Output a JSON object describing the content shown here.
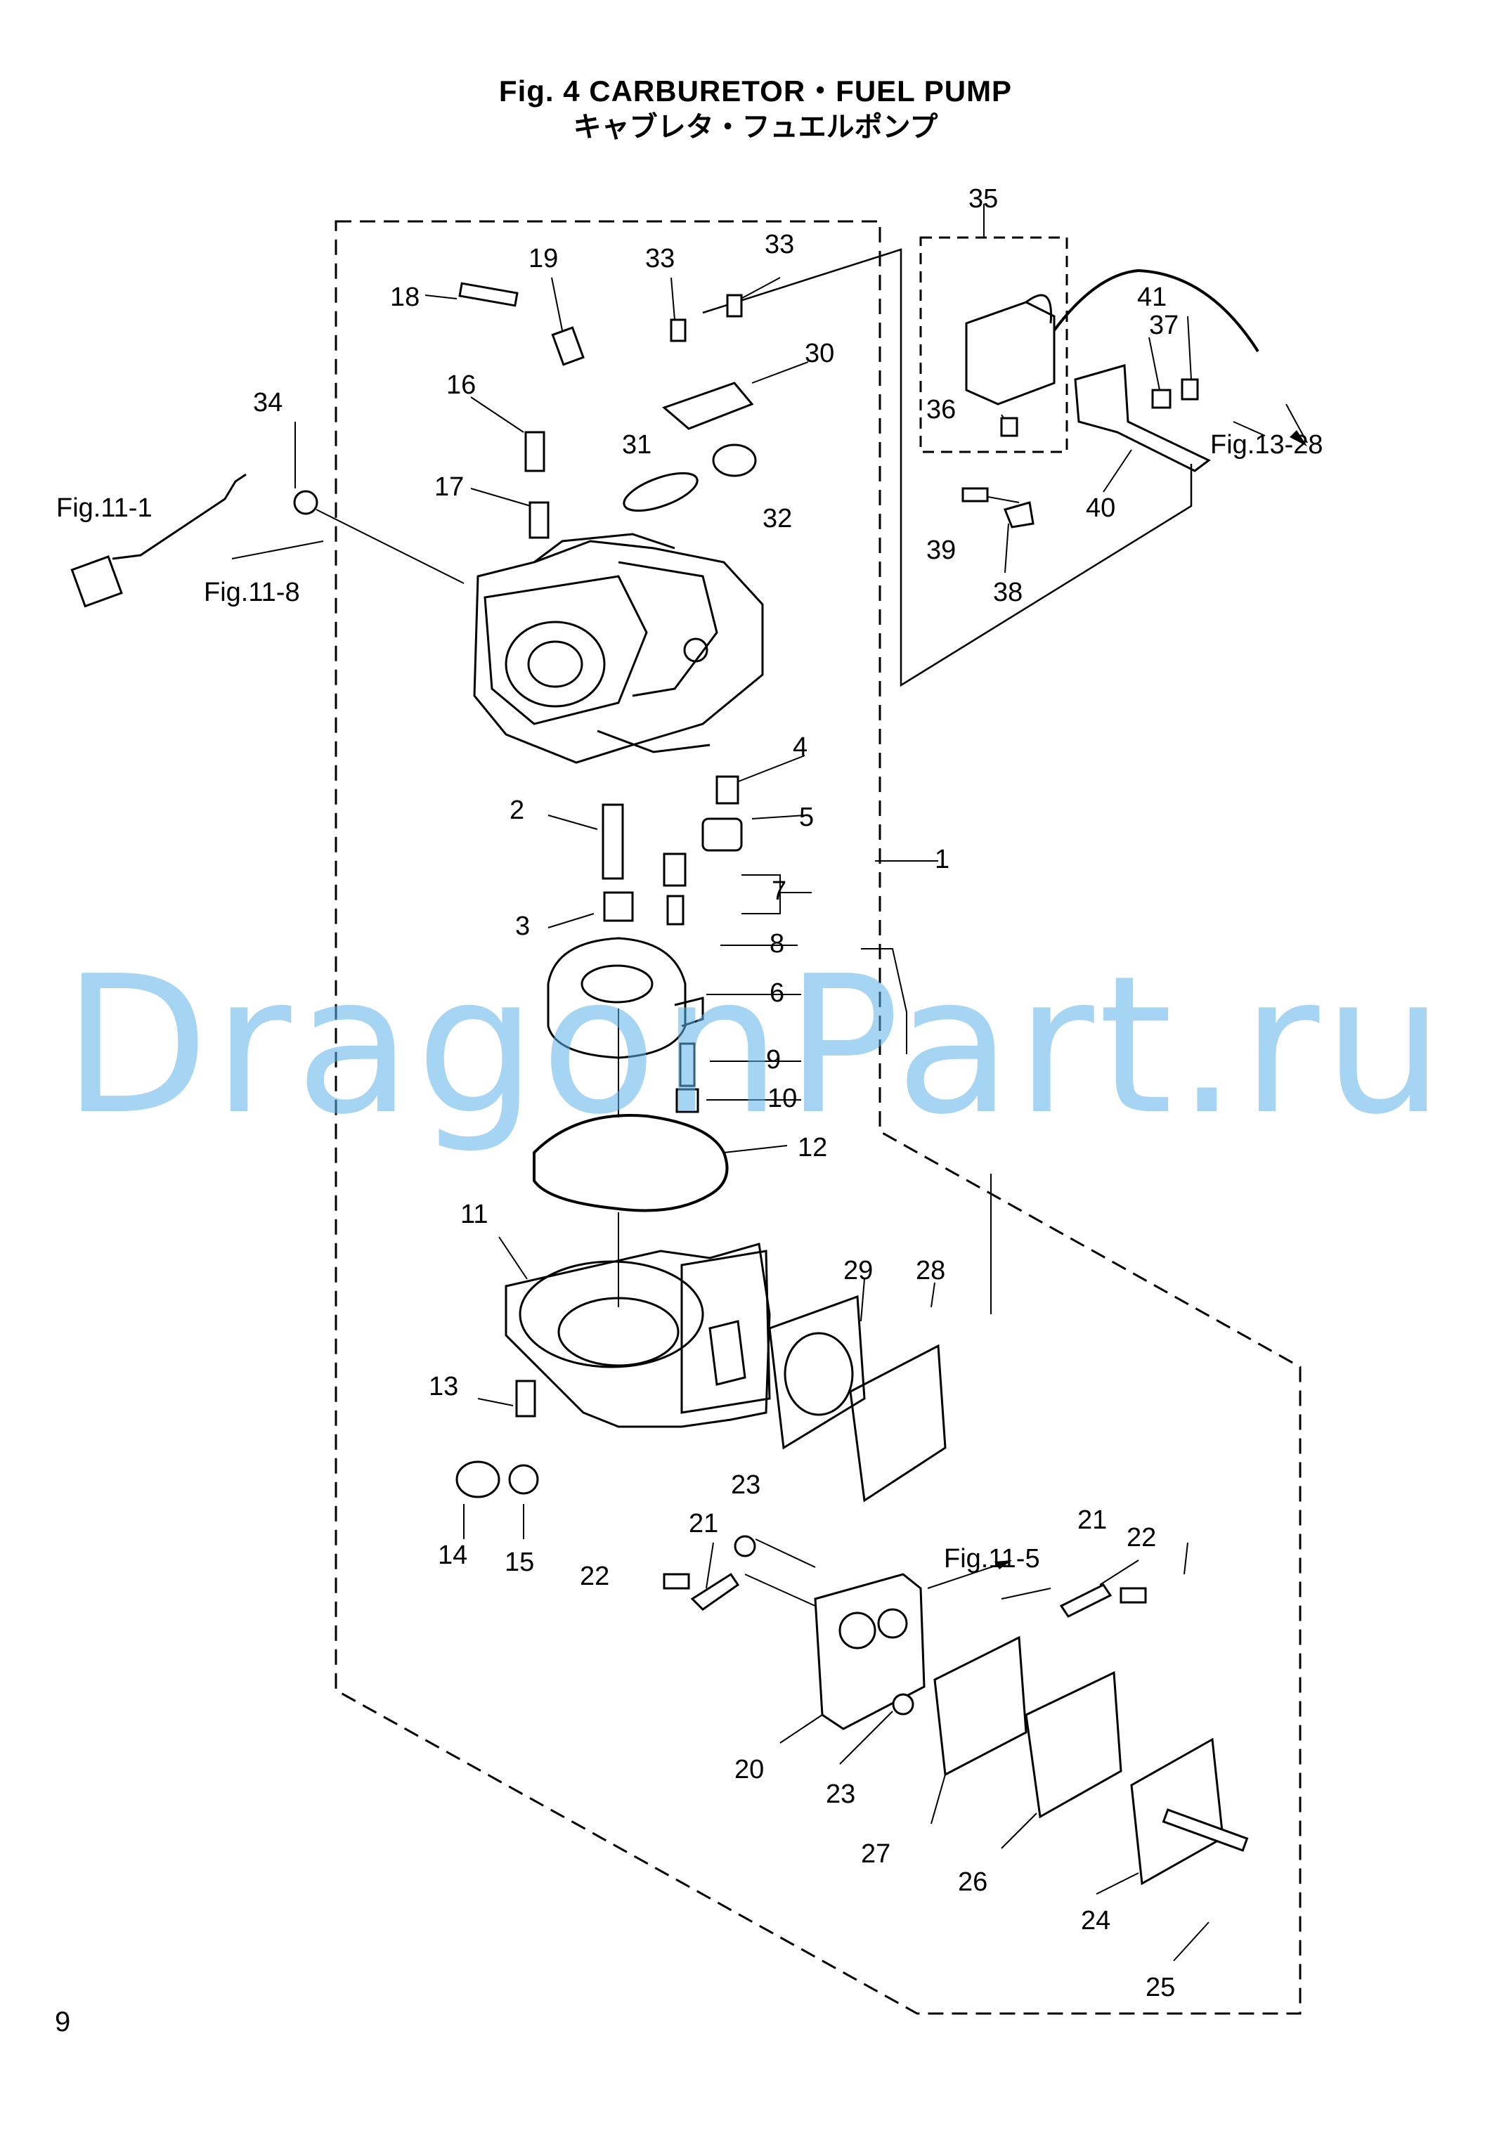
{
  "title": {
    "en": "Fig. 4   CARBURETOR・FUEL PUMP",
    "jp": "キャブレタ・フュエルポンプ"
  },
  "page_number": "9",
  "watermark": "DragonPart.ru",
  "part_numbers": [
    "1",
    "2",
    "3",
    "4",
    "5",
    "6",
    "7",
    "8",
    "9",
    "10",
    "11",
    "12",
    "13",
    "14",
    "15",
    "16",
    "17",
    "18",
    "19",
    "20",
    "21",
    "21",
    "22",
    "22",
    "23",
    "23",
    "24",
    "25",
    "26",
    "27",
    "28",
    "29",
    "30",
    "31",
    "32",
    "33",
    "33",
    "34",
    "35",
    "36",
    "37",
    "38",
    "39",
    "40",
    "41"
  ],
  "references": [
    "Fig.11-1",
    "Fig.11-8",
    "Fig.13-28",
    "Fig.11-5"
  ]
}
